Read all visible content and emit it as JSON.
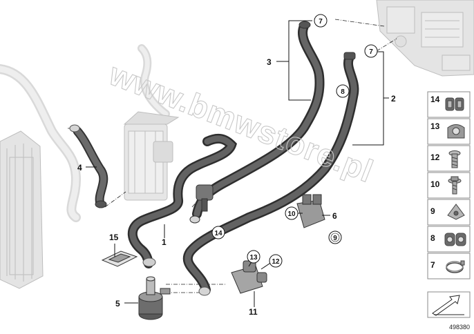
{
  "watermark": "www.bmwstore.pl",
  "image_number": "498380",
  "callouts": {
    "c1": "1",
    "c2": "2",
    "c3": "3",
    "c4": "4",
    "c5": "5",
    "c6": "6",
    "c11": "11",
    "c15": "15"
  },
  "circled_refs": {
    "r7a": "7",
    "r7b": "7",
    "r8": "8",
    "r9": "9",
    "r10": "10",
    "r12": "12",
    "r13": "13",
    "r14": "14"
  },
  "sidebar": {
    "items": [
      {
        "number": "14",
        "icon": "double-hose-clip-icon"
      },
      {
        "number": "13",
        "icon": "hose-bracket-icon"
      },
      {
        "number": "12",
        "icon": "hex-bolt-icon"
      },
      {
        "number": "10",
        "icon": "flange-bolt-icon"
      },
      {
        "number": "9",
        "icon": "clip-nut-icon"
      },
      {
        "number": "8",
        "icon": "hose-clip-icon"
      },
      {
        "number": "7",
        "icon": "hose-clamp-icon"
      },
      {
        "number": "",
        "icon": "direction-arrow-icon"
      }
    ]
  },
  "colors": {
    "hose_dark": "#4b4b4b",
    "hose_light": "#8a8a8a",
    "ghost": "#dcdcdc",
    "line": "#222222"
  }
}
